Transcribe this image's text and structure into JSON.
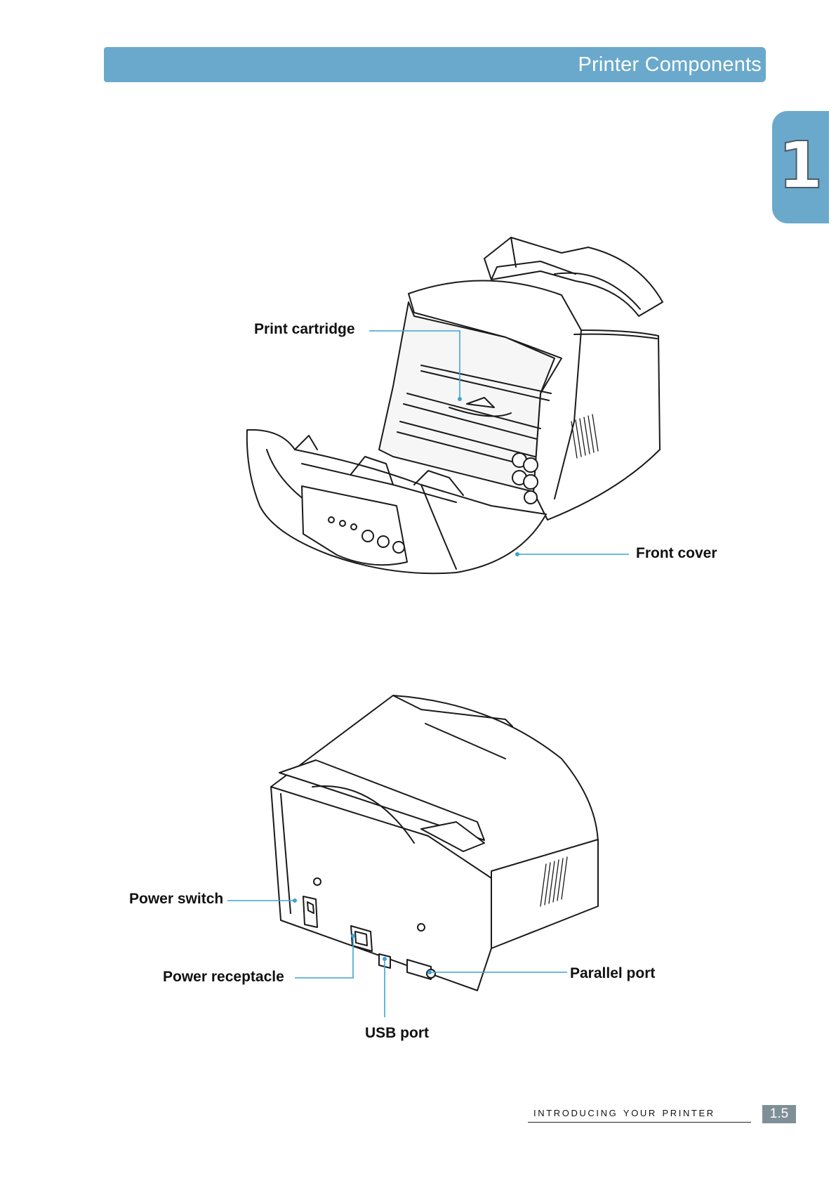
{
  "header": {
    "title": "Printer Components"
  },
  "chapter_tab": {
    "number": "1"
  },
  "figure_front": {
    "callouts": {
      "print_cartridge": "Print cartridge",
      "front_cover": "Front cover"
    }
  },
  "figure_rear": {
    "callouts": {
      "power_switch": "Power switch",
      "power_receptacle": "Power receptacle",
      "usb_port": "USB port",
      "parallel_port": "Parallel port"
    }
  },
  "footer": {
    "section": "Introducing your printer",
    "page_number": "1.5"
  },
  "colors": {
    "accent": "#6aa9cc",
    "leader_line": "#3fa3d0",
    "page_box": "#7f8f98"
  }
}
